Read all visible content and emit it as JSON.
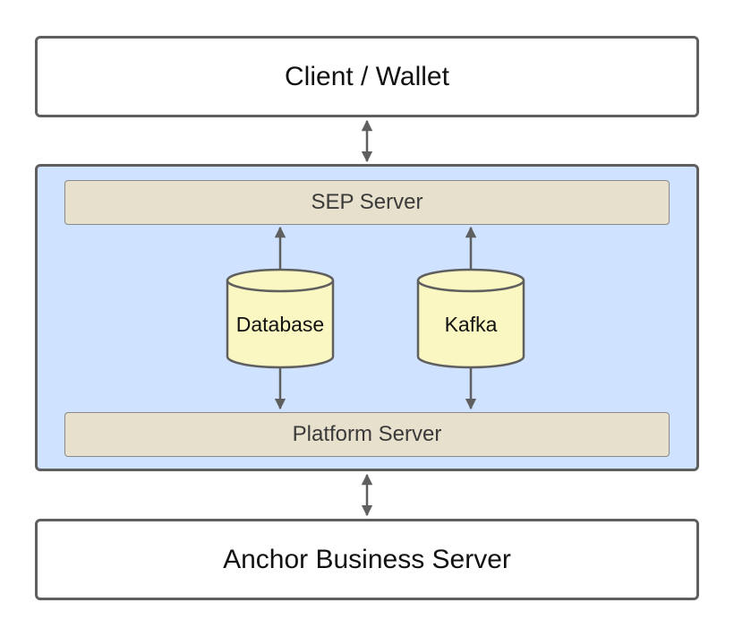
{
  "client_box": {
    "label": "Client / Wallet"
  },
  "anchor_platform": {
    "sep_server": {
      "label": "SEP Server"
    },
    "platform_server": {
      "label": "Platform Server"
    },
    "database": {
      "label": "Database"
    },
    "kafka": {
      "label": "Kafka"
    }
  },
  "business_box": {
    "label": "Anchor Business Server"
  },
  "colors": {
    "container_fill": "#cfe2ff",
    "server_bar_fill": "#e7e0cc",
    "cylinder_fill": "#fbf7c2",
    "border": "#5f5f5f"
  }
}
